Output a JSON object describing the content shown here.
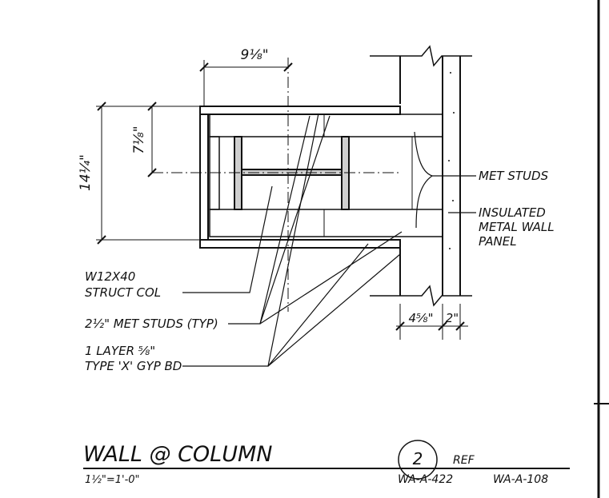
{
  "detail": {
    "title": "WALL @ COLUMN",
    "scale": "1½\"=1'-0\"",
    "number": "2",
    "ref_label": "REF",
    "sheet": "WA-A-422",
    "ref_sheet": "WA-A-108"
  },
  "dimensions": {
    "col_half_width": "9⅛\"",
    "overall_depth": "14¼\"",
    "half_depth": "7⅛\"",
    "stud_depth": "4⅝\"",
    "panel_thickness": "2\""
  },
  "callouts": {
    "column_line1": "W12X40",
    "column_line2": "STRUCT COL",
    "studs_typ": "2½\" MET STUDS (TYP)",
    "gyp_line1": "1 LAYER ⅝\"",
    "gyp_line2": "TYPE 'X' GYP BD",
    "met_studs": "MET STUDS",
    "panel_line1": "INSULATED",
    "panel_line2": "METAL WALL",
    "panel_line3": "PANEL"
  }
}
